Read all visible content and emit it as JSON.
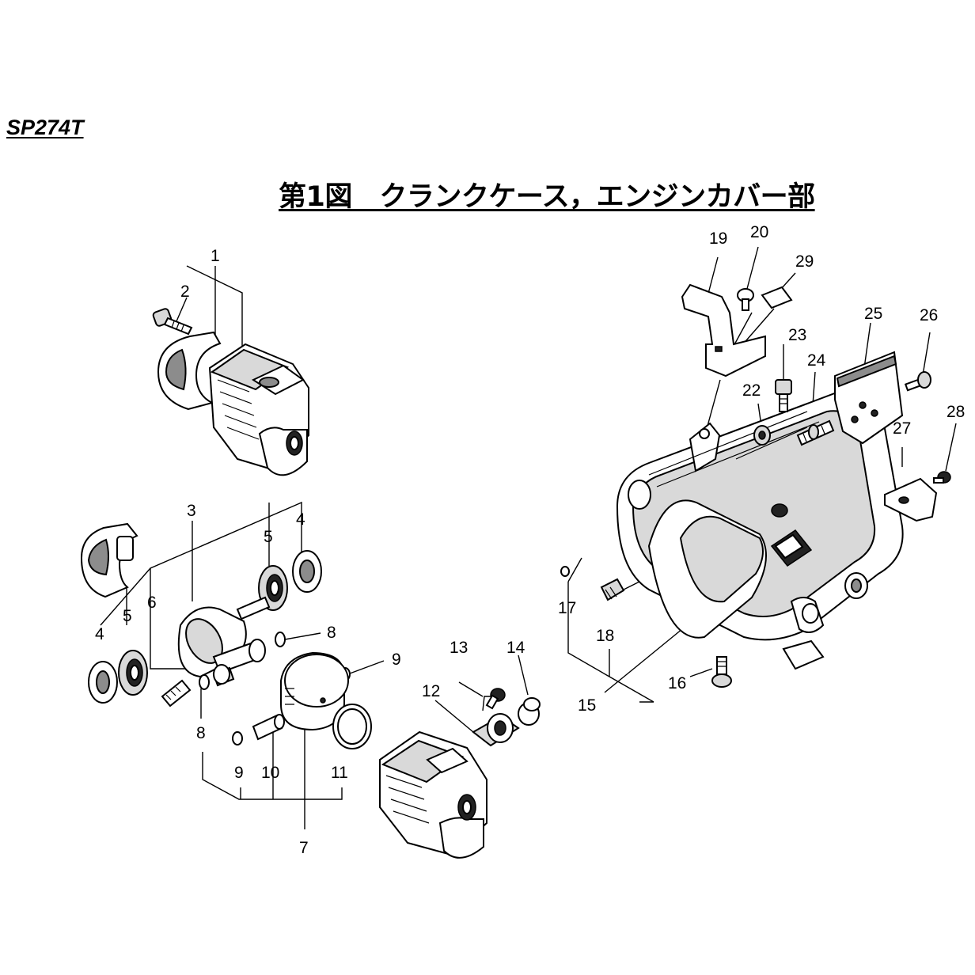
{
  "header": {
    "model": "SP274T",
    "title": "第1図　クランクケース，エンジンカバー部"
  },
  "callouts": [
    "1",
    "2",
    "3",
    "4",
    "5",
    "4",
    "5",
    "6",
    "8",
    "8",
    "9",
    "9",
    "10",
    "11",
    "7",
    "12",
    "13",
    "14",
    "15",
    "16",
    "17",
    "18",
    "19",
    "20",
    "29",
    "23",
    "22",
    "24",
    "25",
    "26",
    "27",
    "28"
  ]
}
